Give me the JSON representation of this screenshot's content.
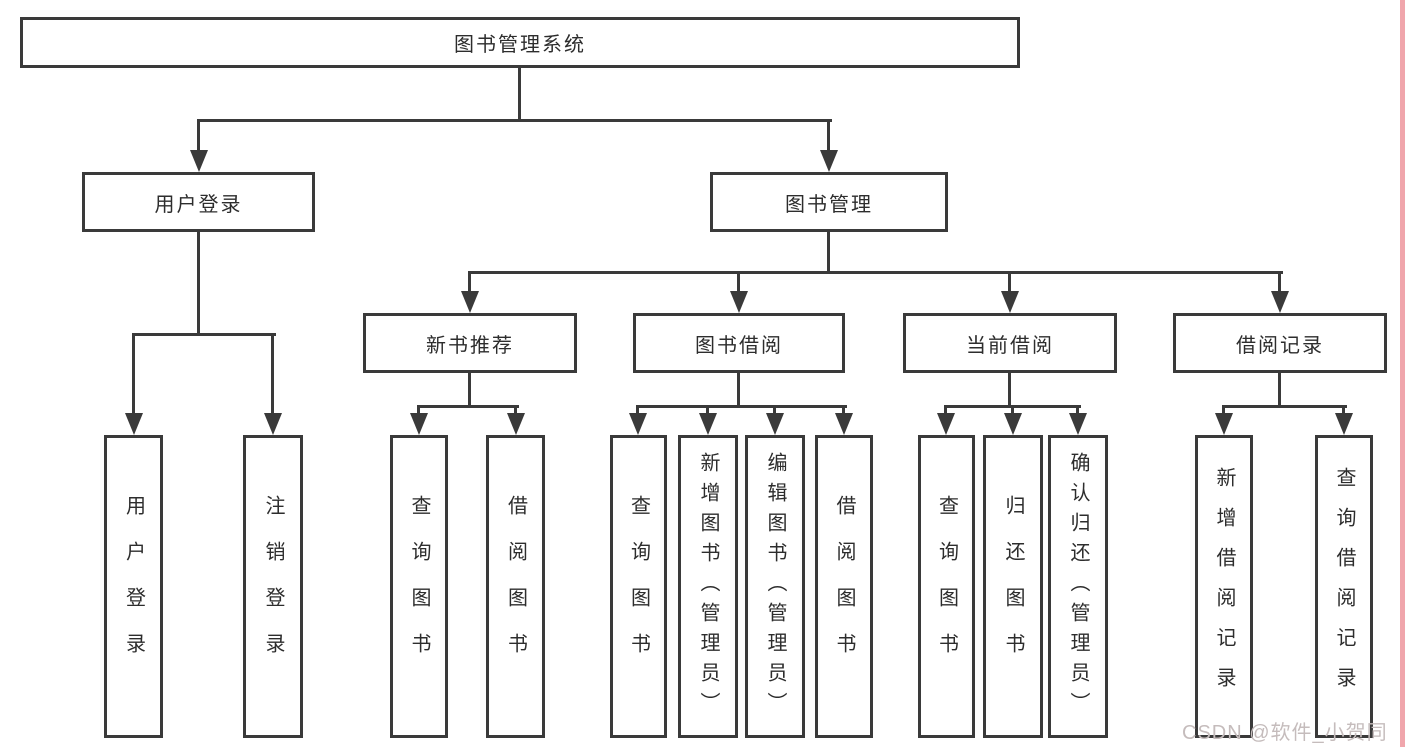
{
  "colors": {
    "line": "#3a3a3a",
    "border": "#3a3a3a",
    "text": "#2d2d2d",
    "watermark": "#c5bcbc",
    "edge_strip": "#f0a6ac",
    "background": "#ffffff"
  },
  "diagram": {
    "root": {
      "label": "图书管理系统"
    },
    "level2": [
      {
        "label": "用户登录"
      },
      {
        "label": "图书管理"
      }
    ],
    "level3": [
      {
        "label": "新书推荐"
      },
      {
        "label": "图书借阅"
      },
      {
        "label": "当前借阅"
      },
      {
        "label": "借阅记录"
      }
    ],
    "leaves": {
      "user_login": [
        "用户登录",
        "注销登录"
      ],
      "new_books": [
        "查询图书",
        "借阅图书"
      ],
      "book_borrow": [
        "查询图书",
        "新增图书（管理员）",
        "编辑图书（管理员）",
        "借阅图书"
      ],
      "current_borrow": [
        "查询图书",
        "归还图书",
        "确认归还（管理员）"
      ],
      "borrow_records": [
        "新增借阅记录",
        "查询借阅记录"
      ]
    }
  },
  "watermark": {
    "text": "CSDN @软件_小贺同学"
  }
}
